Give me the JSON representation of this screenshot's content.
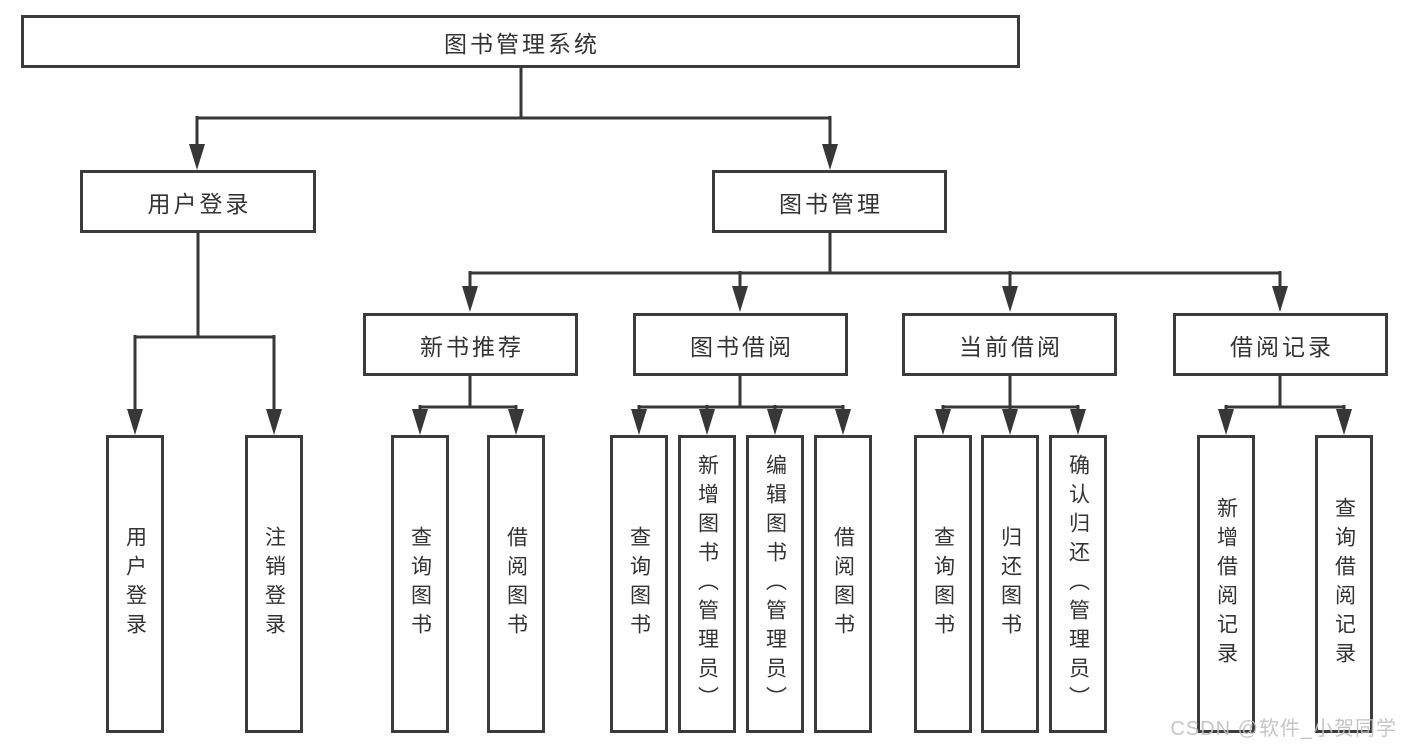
{
  "diagram": {
    "title_note": "functional structure tree",
    "root": {
      "label": "图书管理系统"
    },
    "branches": [
      {
        "label": "用户登录",
        "children": [
          {
            "label": "用户登录"
          },
          {
            "label": "注销登录"
          }
        ]
      },
      {
        "label": "图书管理",
        "sections": [
          {
            "label": "新书推荐",
            "children": [
              {
                "label": "查询图书"
              },
              {
                "label": "借阅图书"
              }
            ]
          },
          {
            "label": "图书借阅",
            "children": [
              {
                "label": "查询图书"
              },
              {
                "label": "新增图书（管理员）"
              },
              {
                "label": "编辑图书（管理员）"
              },
              {
                "label": "借阅图书"
              }
            ]
          },
          {
            "label": "当前借阅",
            "children": [
              {
                "label": "查询图书"
              },
              {
                "label": "归还图书"
              },
              {
                "label": "确认归还（管理员）"
              }
            ]
          },
          {
            "label": "借阅记录",
            "children": [
              {
                "label": "新增借阅记录"
              },
              {
                "label": "查询借阅记录"
              }
            ]
          }
        ]
      }
    ]
  },
  "watermark": {
    "text": "CSDN @软件_小贺同学"
  },
  "colors": {
    "line": "#373737",
    "box_border": "#3b3b3b",
    "text": "#333333",
    "background": "#ffffff",
    "watermark": "#bfbfbf"
  }
}
